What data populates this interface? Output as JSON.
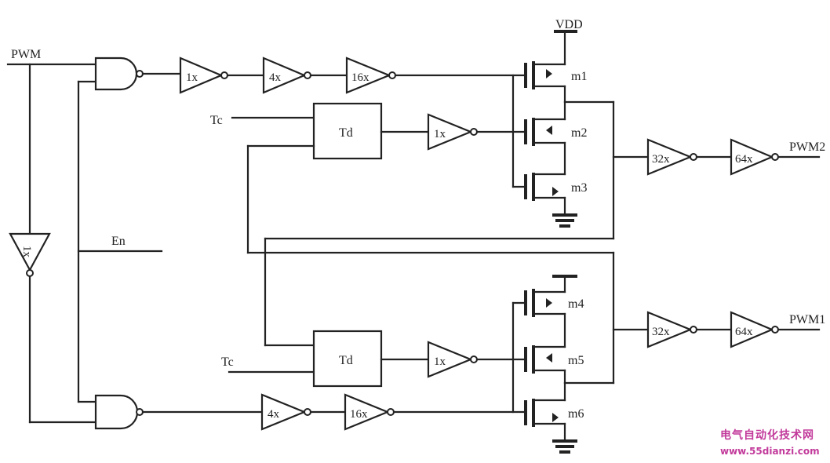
{
  "labels": {
    "vdd": "VDD",
    "pwm_in": "PWM",
    "en": "En",
    "tc_top": "Tc",
    "tc_bottom": "Tc",
    "pwm2": "PWM2",
    "pwm1": "PWM1"
  },
  "buffers": {
    "top_1x": "1x",
    "top_4x": "4x",
    "top_16x": "16x",
    "td_top_1x": "1x",
    "out2_32x": "32x",
    "out2_64x": "64x",
    "left_inv_1x": "1x",
    "td_bot_1x": "1x",
    "out1_32x": "32x",
    "out1_64x": "64x",
    "bot_4x": "4x",
    "bot_16x": "16x"
  },
  "delays": {
    "top": "Td",
    "bottom": "Td"
  },
  "transistors": [
    "m1",
    "m2",
    "m3",
    "m4",
    "m5",
    "m6"
  ],
  "watermark": {
    "line1": "电气自动化技术网",
    "line2": "www.55dianzi.com"
  }
}
